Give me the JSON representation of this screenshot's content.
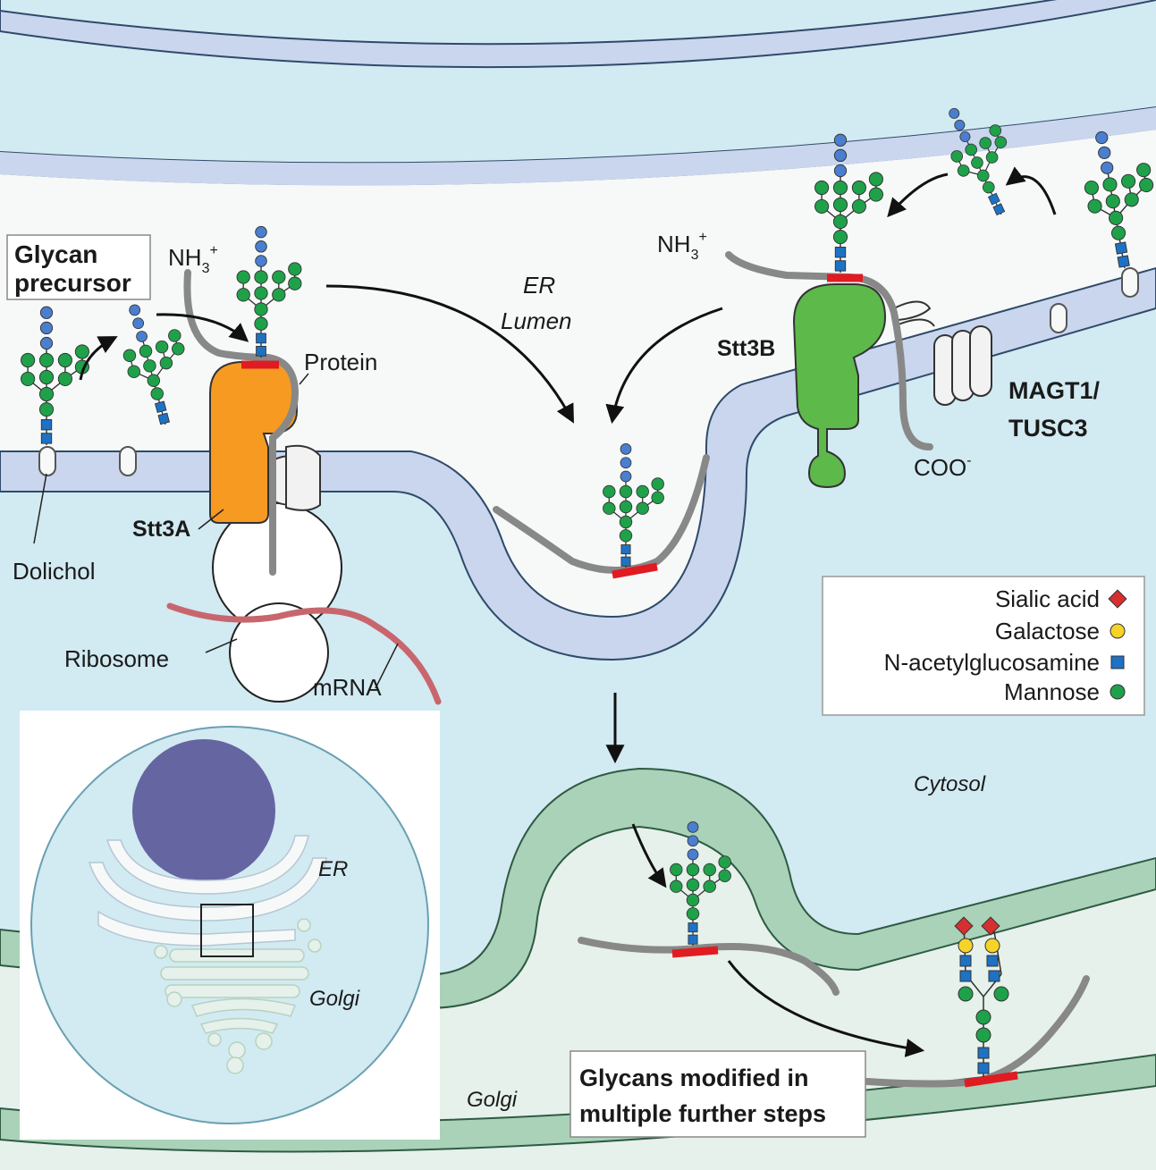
{
  "labels": {
    "glycan_precursor_line1": "Glycan",
    "glycan_precursor_line2": "precursor",
    "nh3_left": "NH",
    "nh3_right": "NH",
    "nh3_sub": "3",
    "nh3_sup": "+",
    "protein": "Protein",
    "er_lumen_line1": "ER",
    "er_lumen_line2": "Lumen",
    "stt3a": "Stt3A",
    "stt3b": "Stt3B",
    "magt1_line1": "MAGT1/",
    "magt1_line2": "TUSC3",
    "coo": "COO",
    "coo_sup": "-",
    "dolichol": "Dolichol",
    "ribosome": "Ribosome",
    "mrna": "mRNA",
    "cytosol": "Cytosol",
    "golgi_main": "Golgi",
    "inset_er": "ER",
    "inset_golgi": "Golgi",
    "glycans_modified_line1": "Glycans modified in",
    "glycans_modified_line2": "multiple further steps"
  },
  "legend": {
    "items": [
      {
        "label": "Sialic acid",
        "shape": "diamond",
        "color": "#d62f2f"
      },
      {
        "label": "Galactose",
        "shape": "circle",
        "color": "#f5d327"
      },
      {
        "label": "N-acetylglucosamine",
        "shape": "square",
        "color": "#1d72c4"
      },
      {
        "label": "Mannose",
        "shape": "circle",
        "color": "#1fa14a"
      }
    ]
  },
  "colors": {
    "er_membrane": "#c9d6ee",
    "er_lumen": "#f7f9f9",
    "cytosol": "#d2eaf1",
    "golgi_membrane": "#a9d2b8",
    "golgi_lumen": "#e5f1ea",
    "stt3a": "#f79a22",
    "stt3b": "#5cb94a",
    "nucleus": "#6565a2",
    "glucose": "#4a7fd0",
    "mannose": "#1fa14a",
    "glcnac": "#1d72c4",
    "sequon": "#e01b22"
  }
}
